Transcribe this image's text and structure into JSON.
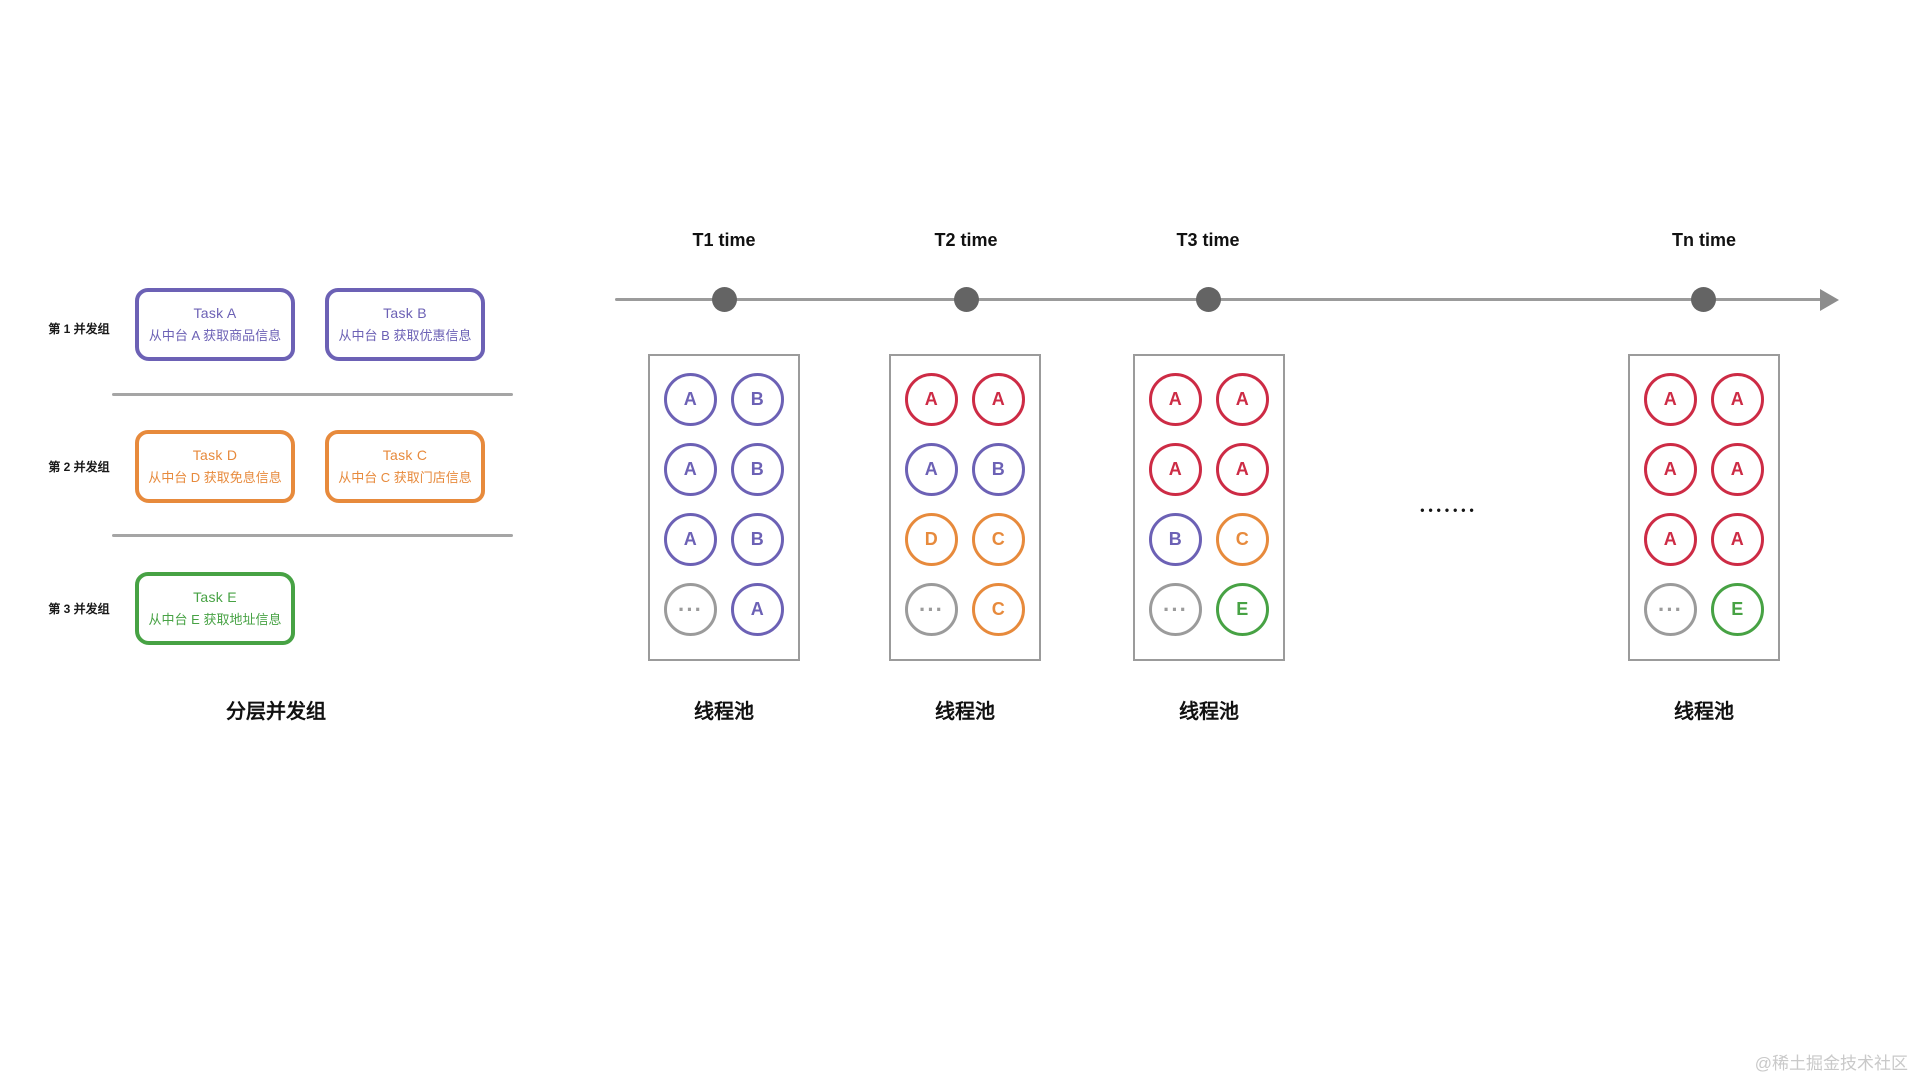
{
  "left_panel": {
    "title": "分层并发组",
    "groups": [
      {
        "label": "第 1 并发组",
        "tasks": [
          {
            "name": "Task A",
            "desc": "从中台 A 获取商品信息",
            "color": "purple"
          },
          {
            "name": "Task B",
            "desc": "从中台 B 获取优惠信息",
            "color": "purple"
          }
        ]
      },
      {
        "label": "第 2 并发组",
        "tasks": [
          {
            "name": "Task D",
            "desc": "从中台 D 获取免息信息",
            "color": "orange"
          },
          {
            "name": "Task C",
            "desc": "从中台 C 获取门店信息",
            "color": "orange"
          }
        ]
      },
      {
        "label": "第 3 并发组",
        "tasks": [
          {
            "name": "Task E",
            "desc": "从中台 E 获取地址信息",
            "color": "green"
          }
        ]
      }
    ]
  },
  "timeline": {
    "labels": [
      "T1 time",
      "T2 time",
      "T3 time",
      "Tn time"
    ]
  },
  "pools": [
    {
      "label": "线程池",
      "threads": [
        {
          "t": "A",
          "c": "purple"
        },
        {
          "t": "B",
          "c": "purple"
        },
        {
          "t": "A",
          "c": "purple"
        },
        {
          "t": "B",
          "c": "purple"
        },
        {
          "t": "A",
          "c": "purple"
        },
        {
          "t": "B",
          "c": "purple"
        },
        {
          "t": "···",
          "c": "gray"
        },
        {
          "t": "A",
          "c": "purple"
        }
      ]
    },
    {
      "label": "线程池",
      "threads": [
        {
          "t": "A",
          "c": "red"
        },
        {
          "t": "A",
          "c": "red"
        },
        {
          "t": "A",
          "c": "purple"
        },
        {
          "t": "B",
          "c": "purple"
        },
        {
          "t": "D",
          "c": "orange"
        },
        {
          "t": "C",
          "c": "orange"
        },
        {
          "t": "···",
          "c": "gray"
        },
        {
          "t": "C",
          "c": "orange"
        }
      ]
    },
    {
      "label": "线程池",
      "threads": [
        {
          "t": "A",
          "c": "red"
        },
        {
          "t": "A",
          "c": "red"
        },
        {
          "t": "A",
          "c": "red"
        },
        {
          "t": "A",
          "c": "red"
        },
        {
          "t": "B",
          "c": "purple"
        },
        {
          "t": "C",
          "c": "orange"
        },
        {
          "t": "···",
          "c": "gray"
        },
        {
          "t": "E",
          "c": "green"
        }
      ]
    },
    {
      "label": "线程池",
      "threads": [
        {
          "t": "A",
          "c": "red"
        },
        {
          "t": "A",
          "c": "red"
        },
        {
          "t": "A",
          "c": "red"
        },
        {
          "t": "A",
          "c": "red"
        },
        {
          "t": "A",
          "c": "red"
        },
        {
          "t": "A",
          "c": "red"
        },
        {
          "t": "···",
          "c": "gray"
        },
        {
          "t": "E",
          "c": "green"
        }
      ]
    }
  ],
  "ellipsis": "•••••••",
  "watermark": "@稀土掘金技术社区",
  "colors": {
    "purple": "#6c61b5",
    "red": "#cd2b45",
    "orange": "#e78a3c",
    "green": "#47a244",
    "gray": "#9b9b9b",
    "timeline_dot": "#646464",
    "watermark": "#c9c9c9"
  }
}
